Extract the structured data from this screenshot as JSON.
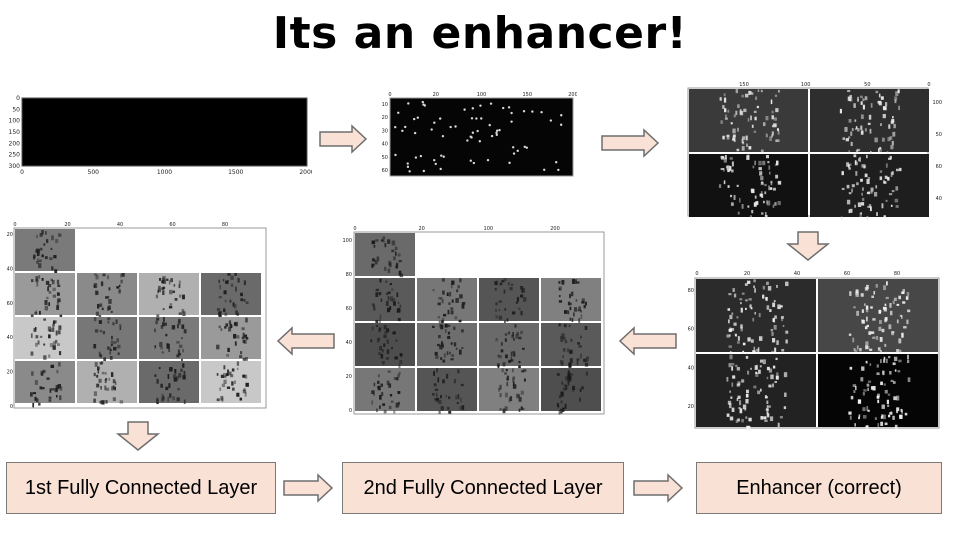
{
  "title": "Its an enhancer!",
  "input_plot": {
    "y_ticks": [
      "0",
      "50",
      "100",
      "150",
      "200",
      "250",
      "300"
    ],
    "x_ticks": [
      "0",
      "500",
      "1000",
      "1500",
      "2000"
    ]
  },
  "conv1_plot": {
    "x_ticks": [
      "0",
      "20",
      "100",
      "150",
      "200"
    ],
    "y_ticks": [
      "10",
      "20",
      "30",
      "40",
      "50",
      "60"
    ]
  },
  "conv2_plot": {
    "x_ticks": [
      "150",
      "100",
      "50",
      "0"
    ],
    "y_ticks": [
      "100",
      "50",
      "60",
      "40"
    ]
  },
  "conv3_plot": {
    "x_ticks": [
      "0",
      "20",
      "40",
      "60",
      "80"
    ],
    "y_ticks": [
      "80",
      "60",
      "40",
      "20"
    ]
  },
  "conv4_plot": {
    "x_ticks": [
      "0",
      "20",
      "100",
      "200"
    ],
    "y_ticks": [
      "100",
      "80",
      "60",
      "40",
      "20",
      "0"
    ]
  },
  "conv5_plot": {
    "x_ticks": [
      "0",
      "20",
      "40",
      "60",
      "80"
    ],
    "y_ticks": [
      "20",
      "40",
      "60",
      "40",
      "20",
      "0"
    ]
  },
  "layers": {
    "fc1": "1st Fully Connected Layer",
    "fc2": "2nd Fully Connected Layer",
    "enhancer": "Enhancer (correct)"
  },
  "colors": {
    "arrow_fill": "#f9e1d6",
    "arrow_stroke": "#6e6e6e",
    "box_fill": "#f9e1d6"
  }
}
